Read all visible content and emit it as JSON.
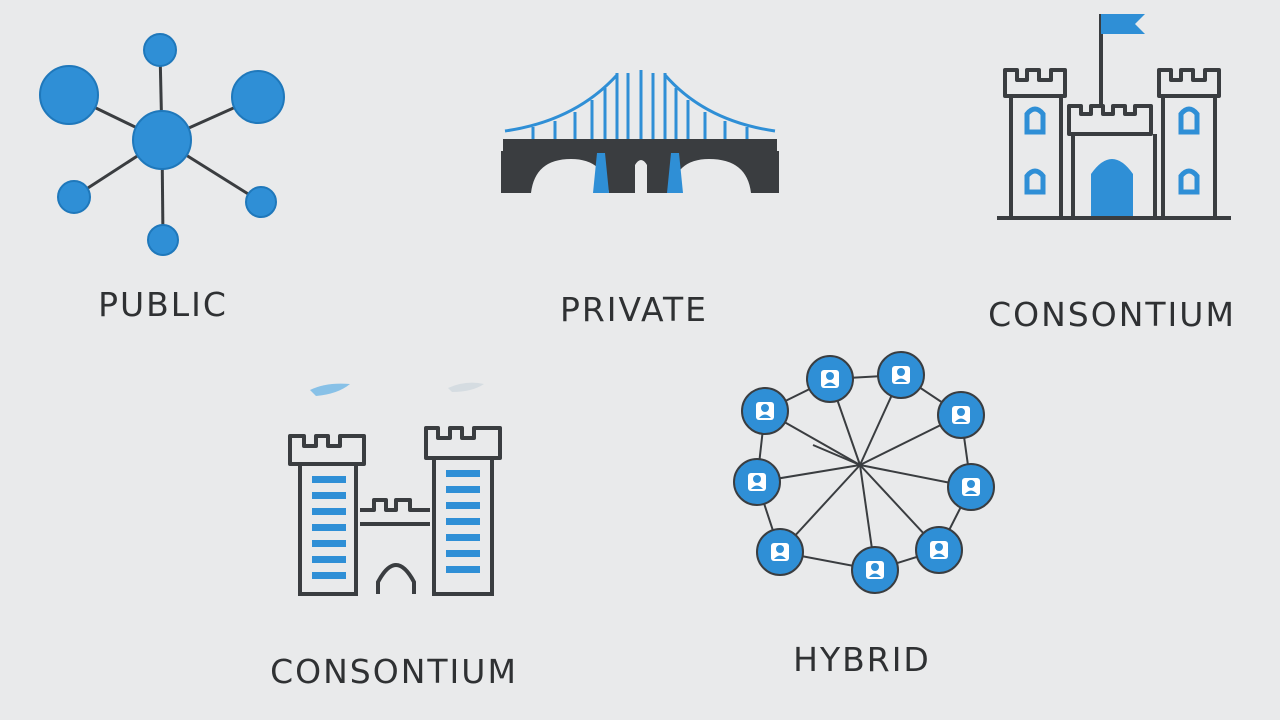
{
  "labels": {
    "public": "PUBLIC",
    "private": "PRIVATE",
    "consortium_top": "CONSONTIUM",
    "consortium_bottom": "CONSONTIUM",
    "hybrid": "HYBRID"
  },
  "colors": {
    "background": "#e9eaeb",
    "blue": "#2f8fd6",
    "blue_dark": "#1f78bb",
    "line_dark": "#3a3d40",
    "text": "#2f3133"
  },
  "icons": {
    "public": "hub-network-icon",
    "private": "suspension-bridge-icon",
    "consortium_top": "castle-with-flag-icon",
    "consortium_bottom": "fortress-towers-icon",
    "hybrid": "user-ring-network-icon"
  }
}
